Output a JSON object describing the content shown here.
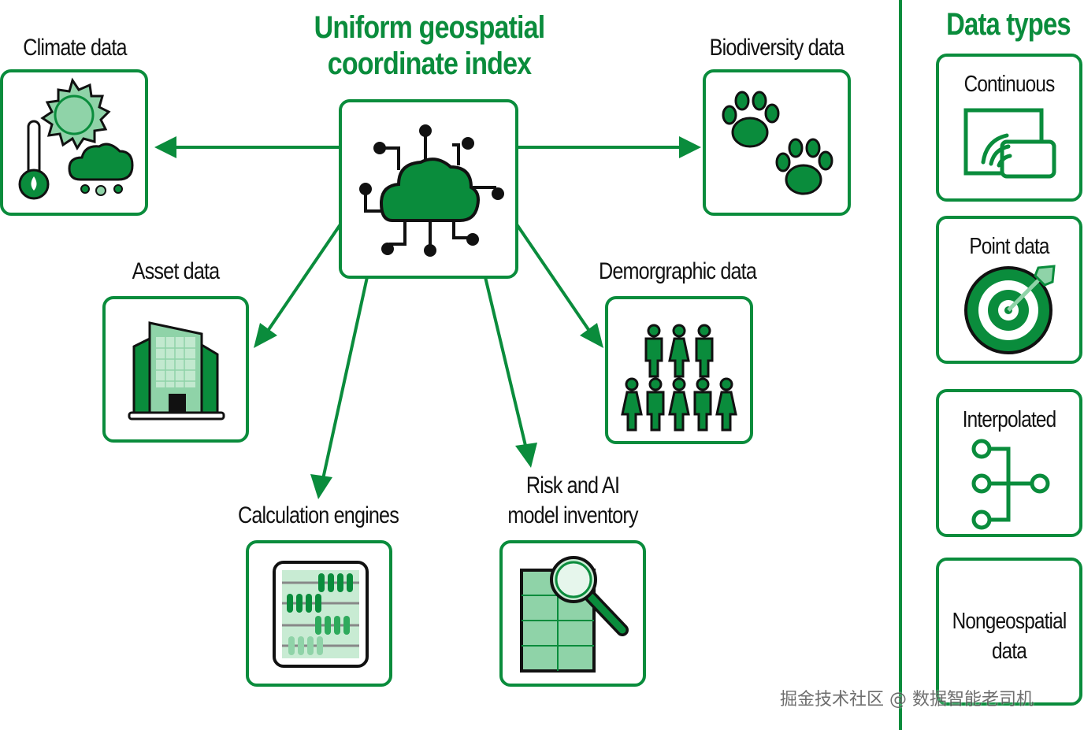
{
  "title": "Uniform geospatial\ncoordinate index",
  "nodes": {
    "climate": "Climate data",
    "biodiversity": "Biodiversity data",
    "asset": "Asset data",
    "demographic": "Demorgraphic data",
    "calculation": "Calculation engines",
    "risk": "Risk and AI\nmodel inventory"
  },
  "data_types": {
    "title": "Data types",
    "items": [
      "Continuous",
      "Point data",
      "Interpolated",
      "Nongeospatial\ndata"
    ]
  },
  "watermark": "掘金技术社区 @ 数据智能老司机",
  "colors": {
    "primary": "#0a8c3c",
    "light": "#8fd3a8",
    "pale": "#c8ebd3",
    "dark": "#111111"
  },
  "icons": {
    "hub": "cloud-network-icon",
    "climate": "thermometer-sun-cloud-icon",
    "biodiversity": "paw-prints-icon",
    "asset": "building-icon",
    "demographic": "people-icon",
    "calculation": "abacus-icon",
    "risk": "magnifier-grid-icon",
    "continuous": "raster-signal-icon",
    "point": "target-icon",
    "interpolated": "node-branch-icon"
  }
}
